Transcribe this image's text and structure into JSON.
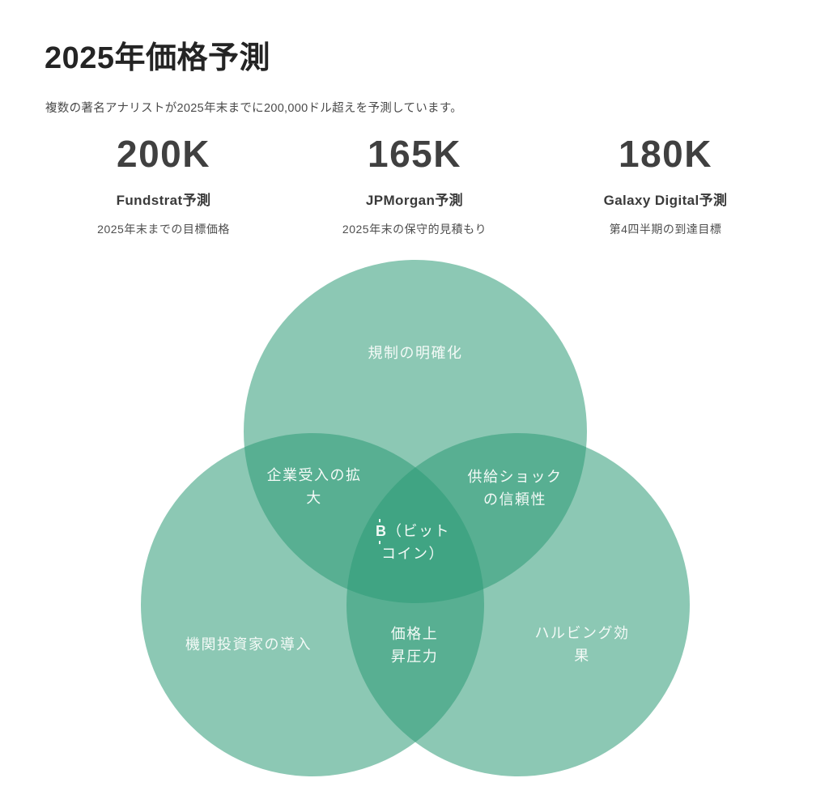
{
  "header": {
    "title": "2025年価格予測",
    "subtitle": "複数の著名アナリストが2025年末までに200,000ドル超えを予測しています。"
  },
  "stats": [
    {
      "value": "200K",
      "label": "Fundstrat予測",
      "desc": "2025年末までの目標価格"
    },
    {
      "value": "165K",
      "label": "JPMorgan予測",
      "desc": "2025年末の保守的見積もり"
    },
    {
      "value": "180K",
      "label": "Galaxy Digital予測",
      "desc": "第4四半期の到達目標"
    }
  ],
  "venn": {
    "type": "venn-3-circles",
    "circle_color": "rgba(46,155,118,0.55)",
    "single_region_color": "#8FC9B4",
    "double_overlap_color": "#55AE8D",
    "triple_overlap_color": "#38A381",
    "label_color": "#f4faf7",
    "regions": {
      "top": "規制の明確化",
      "left_overlap": "企業受入の拡\n大",
      "right_overlap": "供給ショック\nの信頼性",
      "center_symbol": "B",
      "center_line1_rest": "（ビット",
      "center_line2": "コイン）",
      "bottom_left": "機関投資家の導入",
      "bottom_center": "価格上\n昇圧力",
      "bottom_right": "ハルビング効果"
    }
  }
}
